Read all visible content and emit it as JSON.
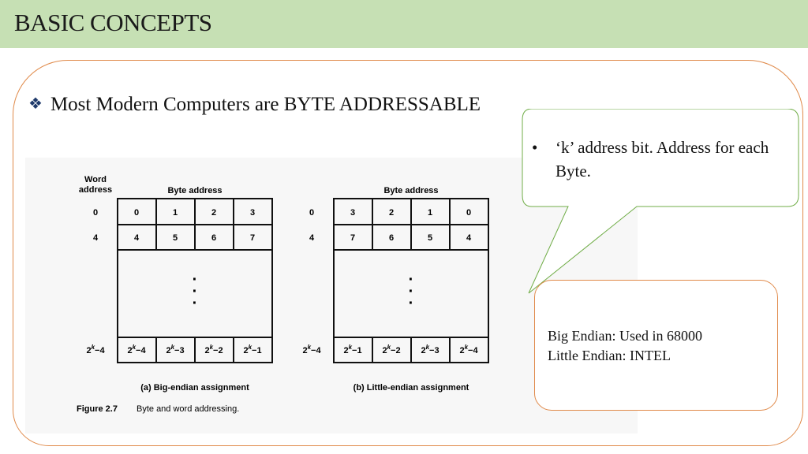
{
  "header": {
    "title": "BASIC CONCEPTS"
  },
  "bullet": {
    "text": "Most Modern Computers are BYTE ADDRESSABLE"
  },
  "callout": {
    "bullet_char": "•",
    "text": "‘k’ address bit. Address for each Byte."
  },
  "note": {
    "line1": "Big Endian: Used in 68000",
    "line2": "Little Endian: INTEL"
  },
  "figure": {
    "word_address_header_line1": "Word",
    "word_address_header_line2": "address",
    "byte_address_header": "Byte address",
    "word_addresses": [
      "0",
      "4"
    ],
    "last_word_address": {
      "base": "2",
      "exp": "k",
      "rest": "−4"
    },
    "ellipsis": "·",
    "big_endian": {
      "rows": [
        [
          "0",
          "1",
          "2",
          "3"
        ],
        [
          "4",
          "5",
          "6",
          "7"
        ]
      ],
      "last_row": [
        {
          "base": "2",
          "exp": "k",
          "rest": "−4"
        },
        {
          "base": "2",
          "exp": "k",
          "rest": "−3"
        },
        {
          "base": "2",
          "exp": "k",
          "rest": "−2"
        },
        {
          "base": "2",
          "exp": "k",
          "rest": "−1"
        }
      ],
      "caption": "(a) Big-endian assignment"
    },
    "little_endian": {
      "rows": [
        [
          "3",
          "2",
          "1",
          "0"
        ],
        [
          "7",
          "6",
          "5",
          "4"
        ]
      ],
      "last_row": [
        {
          "base": "2",
          "exp": "k",
          "rest": "−1"
        },
        {
          "base": "2",
          "exp": "k",
          "rest": "−2"
        },
        {
          "base": "2",
          "exp": "k",
          "rest": "−3"
        },
        {
          "base": "2",
          "exp": "k",
          "rest": "−4"
        }
      ],
      "caption": "(b) Little-endian assignment"
    },
    "figure_label": "Figure 2.7",
    "figure_caption": "Byte and word addressing."
  },
  "colors": {
    "header_bg": "#c6e0b4",
    "frame_border": "#e08a4a",
    "callout_border": "#70ad47"
  }
}
